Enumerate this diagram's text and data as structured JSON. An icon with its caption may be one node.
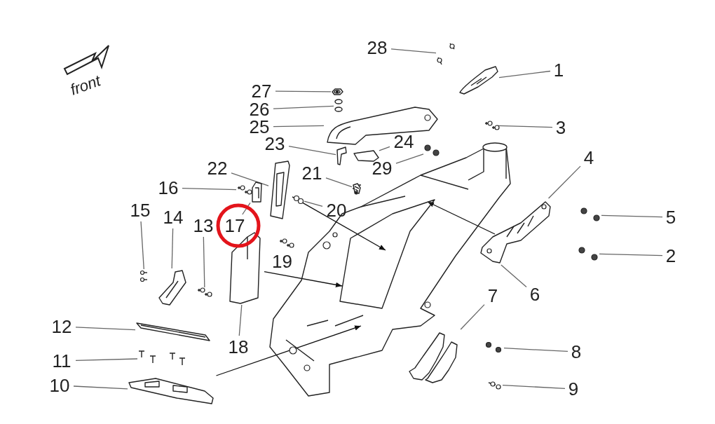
{
  "diagram": {
    "nodes": [
      {
        "text": [
          "1"
        ]
      },
      {
        "text": [
          "2"
        ]
      },
      {
        "text": [
          "3"
        ]
      },
      {
        "text": [
          "4"
        ]
      },
      {
        "text": [
          "5"
        ]
      },
      {
        "text": [
          "6"
        ]
      },
      {
        "text": [
          "7"
        ]
      },
      {
        "text": [
          "8"
        ]
      },
      {
        "text": [
          "9"
        ]
      },
      {
        "text": [
          "10"
        ]
      },
      {
        "text": [
          "11"
        ]
      },
      {
        "text": [
          "12"
        ]
      },
      {
        "text": [
          "13"
        ]
      },
      {
        "text": [
          "14"
        ]
      },
      {
        "text": [
          "15"
        ]
      },
      {
        "text": [
          "16"
        ]
      },
      {
        "text": [
          "17"
        ]
      },
      {
        "text": [
          "18"
        ]
      },
      {
        "text": [
          "20"
        ]
      },
      {
        "text": [
          "21"
        ]
      },
      {
        "text": [
          "22"
        ]
      },
      {
        "text": [
          "23"
        ]
      },
      {
        "text": [
          "24"
        ]
      },
      {
        "text": [
          "25"
        ]
      },
      {
        "text": [
          "26"
        ]
      },
      {
        "text": [
          "27"
        ]
      },
      {
        "text": [
          "28"
        ]
      },
      {
        "text": [
          "29"
        ]
      },
      {
        "text": [],
        "shape": "picture"
      },
      {
        "text": [],
        "shape": "picture"
      },
      {
        "text": [],
        "shape": "picture"
      },
      {
        "text": [],
        "shape": "picture"
      },
      {
        "text": [],
        "shape": "picture"
      },
      {
        "text": [],
        "shape": "picture"
      },
      {
        "text": [],
        "shape": "picture"
      },
      {
        "text": [],
        "shape": "picture"
      },
      {
        "text": [],
        "shape": "picture"
      },
      {
        "text": [],
        "shape": "picture"
      },
      {
        "text": [],
        "shape": "picture"
      },
      {
        "text": [],
        "shape": "picture"
      },
      {
        "text": [],
        "shape": "picture"
      },
      {
        "text": [],
        "shape": "picture"
      },
      {
        "text": [],
        "shape": "picture"
      },
      {
        "text": [],
        "shape": "picture"
      },
      {
        "text": [],
        "shape": "picture"
      },
      {
        "text": [],
        "shape": "picture"
      },
      {
        "text": [],
        "shape": "picture"
      },
      {
        "text": [],
        "shape": "picture"
      },
      {
        "text": [],
        "shape": "picture"
      },
      {
        "text": [],
        "shape": "picture"
      },
      {
        "text": [],
        "shape": "picture"
      },
      {
        "text": [],
        "shape": "picture"
      },
      {
        "text": [],
        "shape": "picture"
      },
      {
        "text": [],
        "shape": "picture"
      },
      {
        "text": [],
        "shape": "picture"
      },
      {
        "text": [],
        "shape": "picture"
      },
      {
        "text": [],
        "shape": "picture"
      }
    ],
    "edges": [
      {
        "from": 0,
        "to": 28,
        "arrow": "none"
      },
      {
        "from": 1,
        "to": 29,
        "arrow": "none"
      },
      {
        "from": 2,
        "to": 30,
        "arrow": "none"
      },
      {
        "from": 3,
        "to": 31,
        "arrow": "none"
      },
      {
        "from": 4,
        "to": 32,
        "arrow": "none"
      },
      {
        "from": 5,
        "to": 31,
        "arrow": "none"
      },
      {
        "from": 6,
        "to": 33,
        "arrow": "none"
      },
      {
        "from": 7,
        "to": 34,
        "arrow": "none"
      },
      {
        "from": 8,
        "to": 35,
        "arrow": "none"
      },
      {
        "from": 9,
        "to": 36,
        "arrow": "none"
      },
      {
        "from": 10,
        "to": 37,
        "arrow": "none"
      },
      {
        "from": 11,
        "to": 38,
        "arrow": "none"
      },
      {
        "from": 12,
        "to": 39,
        "arrow": "none"
      },
      {
        "from": 13,
        "to": 40,
        "arrow": "none"
      },
      {
        "from": 14,
        "to": 41,
        "arrow": "none"
      },
      {
        "from": 15,
        "to": 42,
        "arrow": "none"
      },
      {
        "from": 16,
        "to": 43,
        "arrow": "none"
      },
      {
        "from": 17,
        "to": 44,
        "arrow": "none"
      },
      {
        "from": 18,
        "to": 46,
        "arrow": "none"
      },
      {
        "from": 19,
        "to": 47,
        "arrow": "none"
      },
      {
        "from": 20,
        "to": 48,
        "arrow": "none"
      },
      {
        "from": 21,
        "to": 49,
        "arrow": "none"
      },
      {
        "from": 22,
        "to": 50,
        "arrow": "none"
      },
      {
        "from": 23,
        "to": 51,
        "arrow": "none"
      },
      {
        "from": 24,
        "to": 52,
        "arrow": "none"
      },
      {
        "from": 25,
        "to": 53,
        "arrow": "none"
      },
      {
        "from": 26,
        "to": 54,
        "arrow": "none"
      },
      {
        "from": 27,
        "to": 55,
        "arrow": "none"
      },
      {
        "from": 48,
        "to": 56,
        "arrow": "to"
      },
      {
        "from": 44,
        "to": 56,
        "arrow": "to"
      },
      {
        "from": 31,
        "to": 56,
        "arrow": "to"
      },
      {
        "from": 36,
        "to": 56,
        "arrow": "to"
      }
    ],
    "labels": [
      "front",
      "19"
    ]
  }
}
